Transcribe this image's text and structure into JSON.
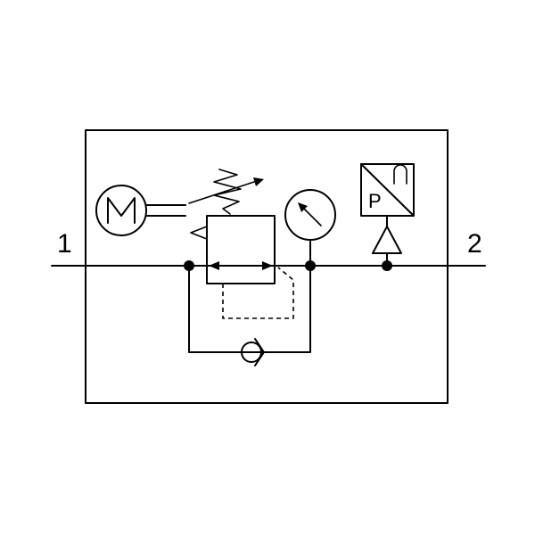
{
  "ports": {
    "inlet_label": "1",
    "outlet_label": "2"
  },
  "pressure_switch": {
    "letter": "P"
  },
  "icons": [
    "motor-icon",
    "pressure-gauge-icon",
    "check-valve-icon",
    "adjustable-spring-icon",
    "pressure-switch-icon"
  ]
}
